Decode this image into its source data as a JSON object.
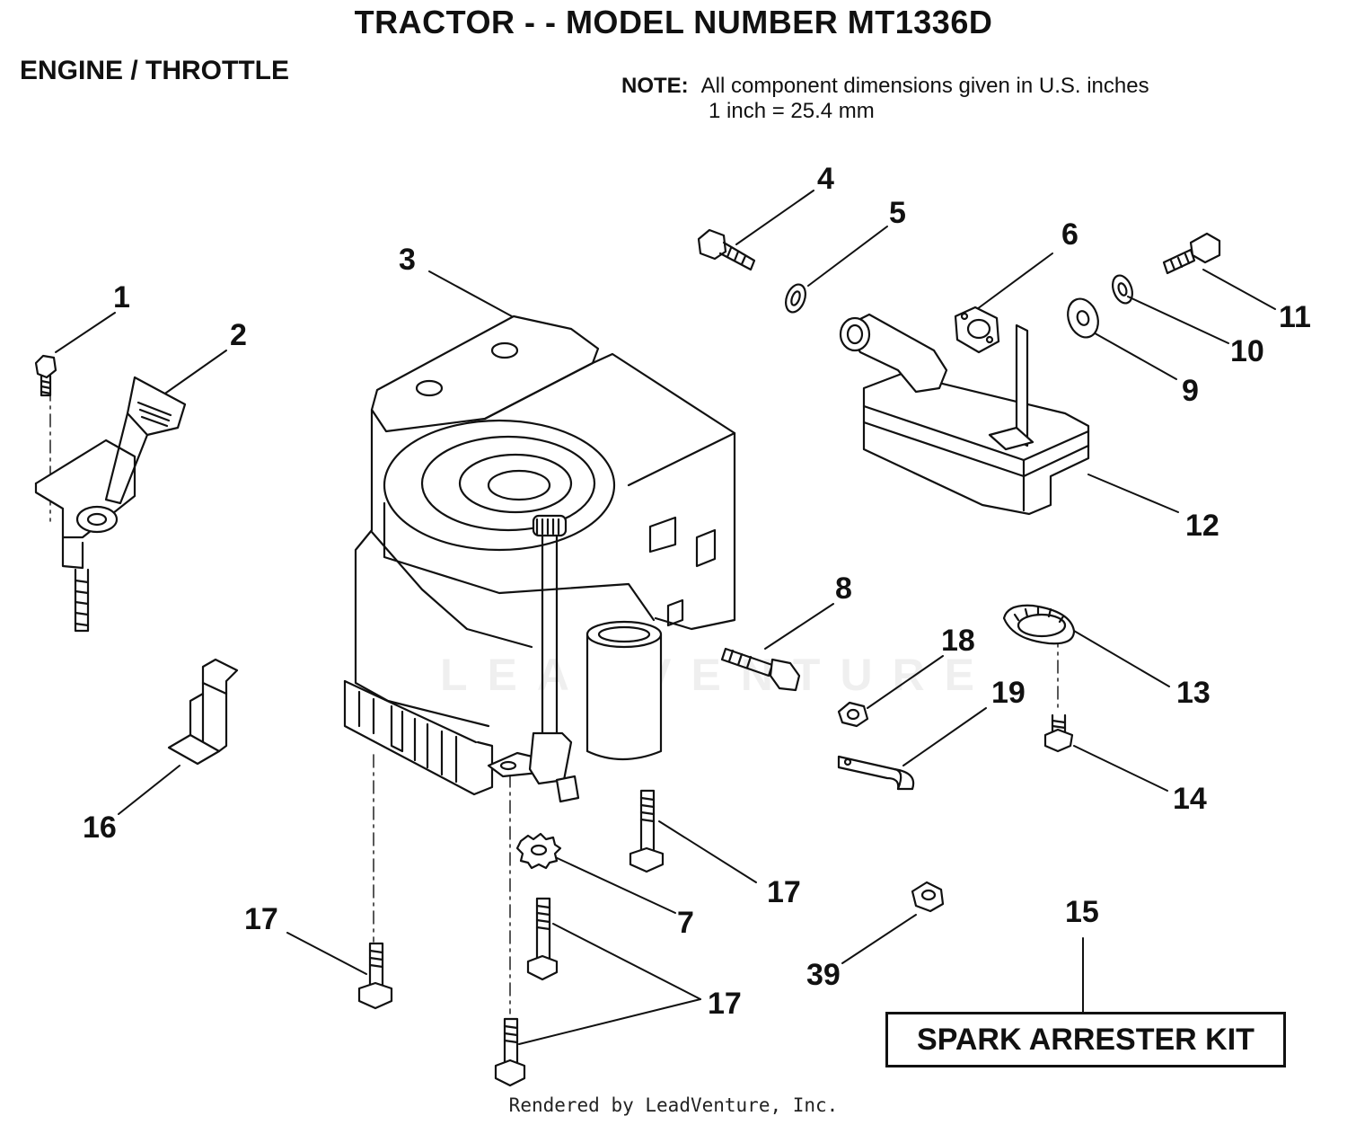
{
  "header": {
    "title": "TRACTOR - - MODEL NUMBER MT1336D",
    "section": "ENGINE / THROTTLE"
  },
  "note": {
    "label": "NOTE:",
    "line1": "All component dimensions given in U.S. inches",
    "line2": "1 inch = 25.4 mm"
  },
  "callouts": [
    "1",
    "2",
    "3",
    "4",
    "5",
    "6",
    "7",
    "8",
    "9",
    "10",
    "11",
    "12",
    "13",
    "14",
    "15",
    "16",
    "17",
    "18",
    "19",
    "39"
  ],
  "kit_box": "SPARK ARRESTER KIT",
  "watermark": "LEADVENTURE",
  "footer": "Rendered by LeadVenture, Inc."
}
